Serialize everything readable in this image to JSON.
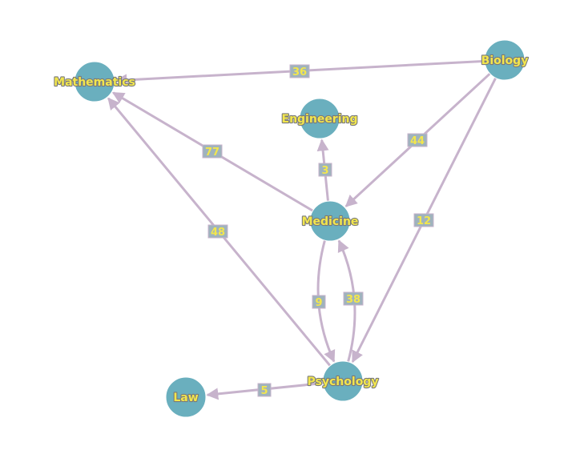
{
  "colors": {
    "node_fill": "#6aafbe",
    "edge": "#c7b3cc",
    "label_text": "#f2e64d",
    "edge_label_bg": "#9fb3bd",
    "edge_label_border": "#c7b3cc"
  },
  "nodes": [
    {
      "id": "Mathematics",
      "label": "Mathematics"
    },
    {
      "id": "Biology",
      "label": "Biology"
    },
    {
      "id": "Engineering",
      "label": "Engineering"
    },
    {
      "id": "Medicine",
      "label": "Medicine"
    },
    {
      "id": "Psychology",
      "label": "Psychology"
    },
    {
      "id": "Law",
      "label": "Law"
    }
  ],
  "edges": [
    {
      "from": "Biology",
      "to": "Mathematics",
      "label": "36"
    },
    {
      "from": "Medicine",
      "to": "Mathematics",
      "label": "77"
    },
    {
      "from": "Medicine",
      "to": "Engineering",
      "label": "3"
    },
    {
      "from": "Biology",
      "to": "Medicine",
      "label": "44"
    },
    {
      "from": "Biology",
      "to": "Psychology",
      "label": "12"
    },
    {
      "from": "Psychology",
      "to": "Mathematics",
      "label": "48"
    },
    {
      "from": "Medicine",
      "to": "Psychology",
      "label": "9"
    },
    {
      "from": "Psychology",
      "to": "Medicine",
      "label": "38"
    },
    {
      "from": "Psychology",
      "to": "Law",
      "label": "5"
    }
  ]
}
